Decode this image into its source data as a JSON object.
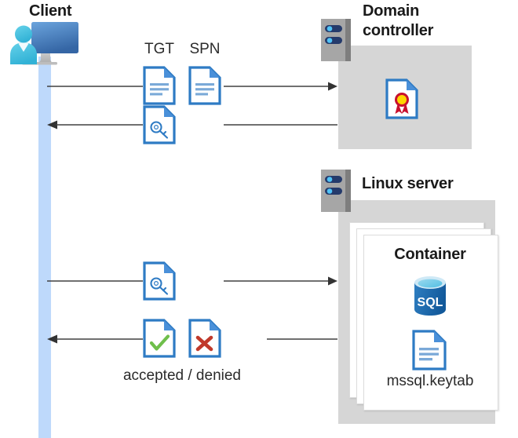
{
  "diagram": {
    "title": "Kerberos authentication between a client, a domain controller and SQL Server in a Linux container",
    "background": "#ffffff"
  },
  "palette": {
    "doc_blue": "#2e7bc4",
    "doc_fold_blue": "#3d85c6",
    "doc_line_blue": "#7aa9d8",
    "zone_gray": "#d6d6d6",
    "lifeline_blue": "#bed9fb",
    "server_gray": "#9d9d9d",
    "server_dark_gray": "#7b7b7b",
    "server_pill_navy": "#243a6b",
    "server_dot_cyan": "#4fc3f7",
    "sql_blue": "#1f6fb4",
    "sql_cyan": "#50c3e8",
    "check_green": "#6fbf4b",
    "cross_red": "#c0392b",
    "cert_yellow": "#ffd500",
    "cert_red": "#c8102e",
    "arrow_dark": "#404040",
    "text_dark": "#1a1a1a",
    "monitor_blue_top": "#5b9bd5",
    "monitor_blue_bottom": "#3a6fad",
    "person_cyan": "#4ec3e0"
  },
  "client": {
    "label": "Client",
    "icon_name": "client-workstation-icon"
  },
  "domain_controller": {
    "label_line1": "Domain",
    "label_line2": "controller",
    "server_icon_name": "server-rack-icon",
    "content_icon_name": "certificate-icon"
  },
  "linux_server": {
    "label": "Linux server",
    "server_icon_name": "server-rack-icon",
    "container": {
      "label": "Container",
      "sql_icon_name": "sql-database-icon",
      "sql_icon_text": "SQL",
      "keytab_icon_name": "document-icon",
      "keytab_label": "mssql.keytab"
    }
  },
  "messages": [
    {
      "id": "tgt-spn-request",
      "direction": "right",
      "labels": [
        "TGT",
        "SPN"
      ],
      "icons": [
        "document-icon",
        "document-icon"
      ]
    },
    {
      "id": "ticket-response",
      "direction": "left",
      "labels": [],
      "icons": [
        "key-document-icon"
      ]
    },
    {
      "id": "ticket-presented",
      "direction": "right",
      "labels": [],
      "icons": [
        "key-document-icon"
      ]
    },
    {
      "id": "accepted-denied",
      "direction": "left",
      "labels": [
        "accepted / denied"
      ],
      "icons": [
        "document-check-icon",
        "document-cross-icon"
      ]
    }
  ],
  "labels": {
    "tgt": "TGT",
    "spn": "SPN",
    "accepted_denied": "accepted / denied"
  }
}
